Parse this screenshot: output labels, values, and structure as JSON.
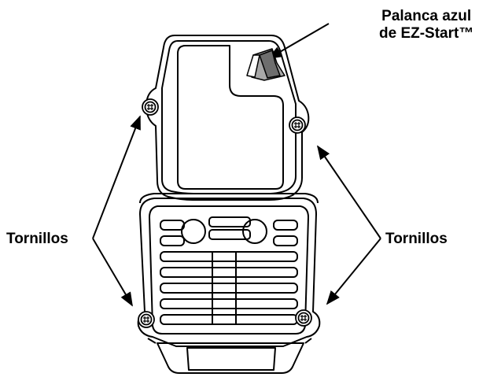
{
  "callouts": {
    "lever_line1": "Palanca azul",
    "lever_line2": "de EZ-Start™",
    "screws_left": "Tornillos",
    "screws_right": "Tornillos"
  },
  "colors": {
    "line": "#000000",
    "background": "#ffffff",
    "lever_dark": "#6e6e6e",
    "lever_mid": "#a8a8a8"
  },
  "icons": [
    "screw-icon",
    "ez-start-lever-icon"
  ]
}
